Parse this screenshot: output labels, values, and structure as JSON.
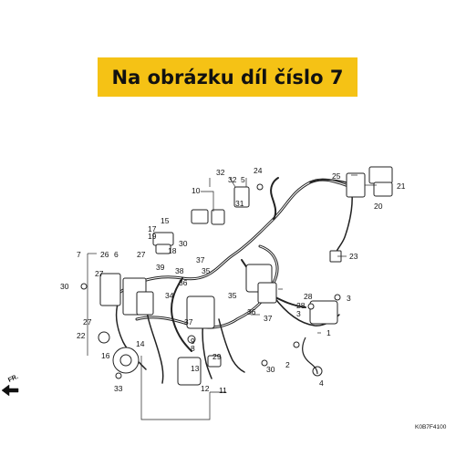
{
  "banner": {
    "text": "Na obrázku díl číslo 7",
    "color": "#f5c215"
  },
  "direction_marker": {
    "text": "FR.",
    "icon": "arrow-left-icon"
  },
  "diagram_code": "K0B7F4100",
  "part_labels": {
    "p1": "1",
    "p2": "2",
    "p3a": "3",
    "p3b": "3",
    "p4": "4",
    "p5": "5",
    "p6": "6",
    "p7": "7",
    "p8": "8",
    "p9": "9",
    "p10": "10",
    "p11": "11",
    "p12": "12",
    "p13": "13",
    "p14": "14",
    "p15": "15",
    "p16": "16",
    "p17": "17",
    "p18": "18",
    "p19": "19",
    "p20": "20",
    "p21": "21",
    "p22": "22",
    "p23": "23",
    "p24": "24",
    "p25": "25",
    "p26": "26",
    "p27a": "27",
    "p27b": "27",
    "p27c": "27",
    "p28a": "28",
    "p28b": "28",
    "p29": "29",
    "p30a": "30",
    "p30b": "30",
    "p30c": "30",
    "p31": "31",
    "p32a": "32",
    "p32b": "32",
    "p33": "33",
    "p34": "34",
    "p35a": "35",
    "p35b": "35",
    "p36a": "36",
    "p36b": "36",
    "p37a": "37",
    "p37b": "37",
    "p37c": "37",
    "p38": "38",
    "p39": "39"
  }
}
